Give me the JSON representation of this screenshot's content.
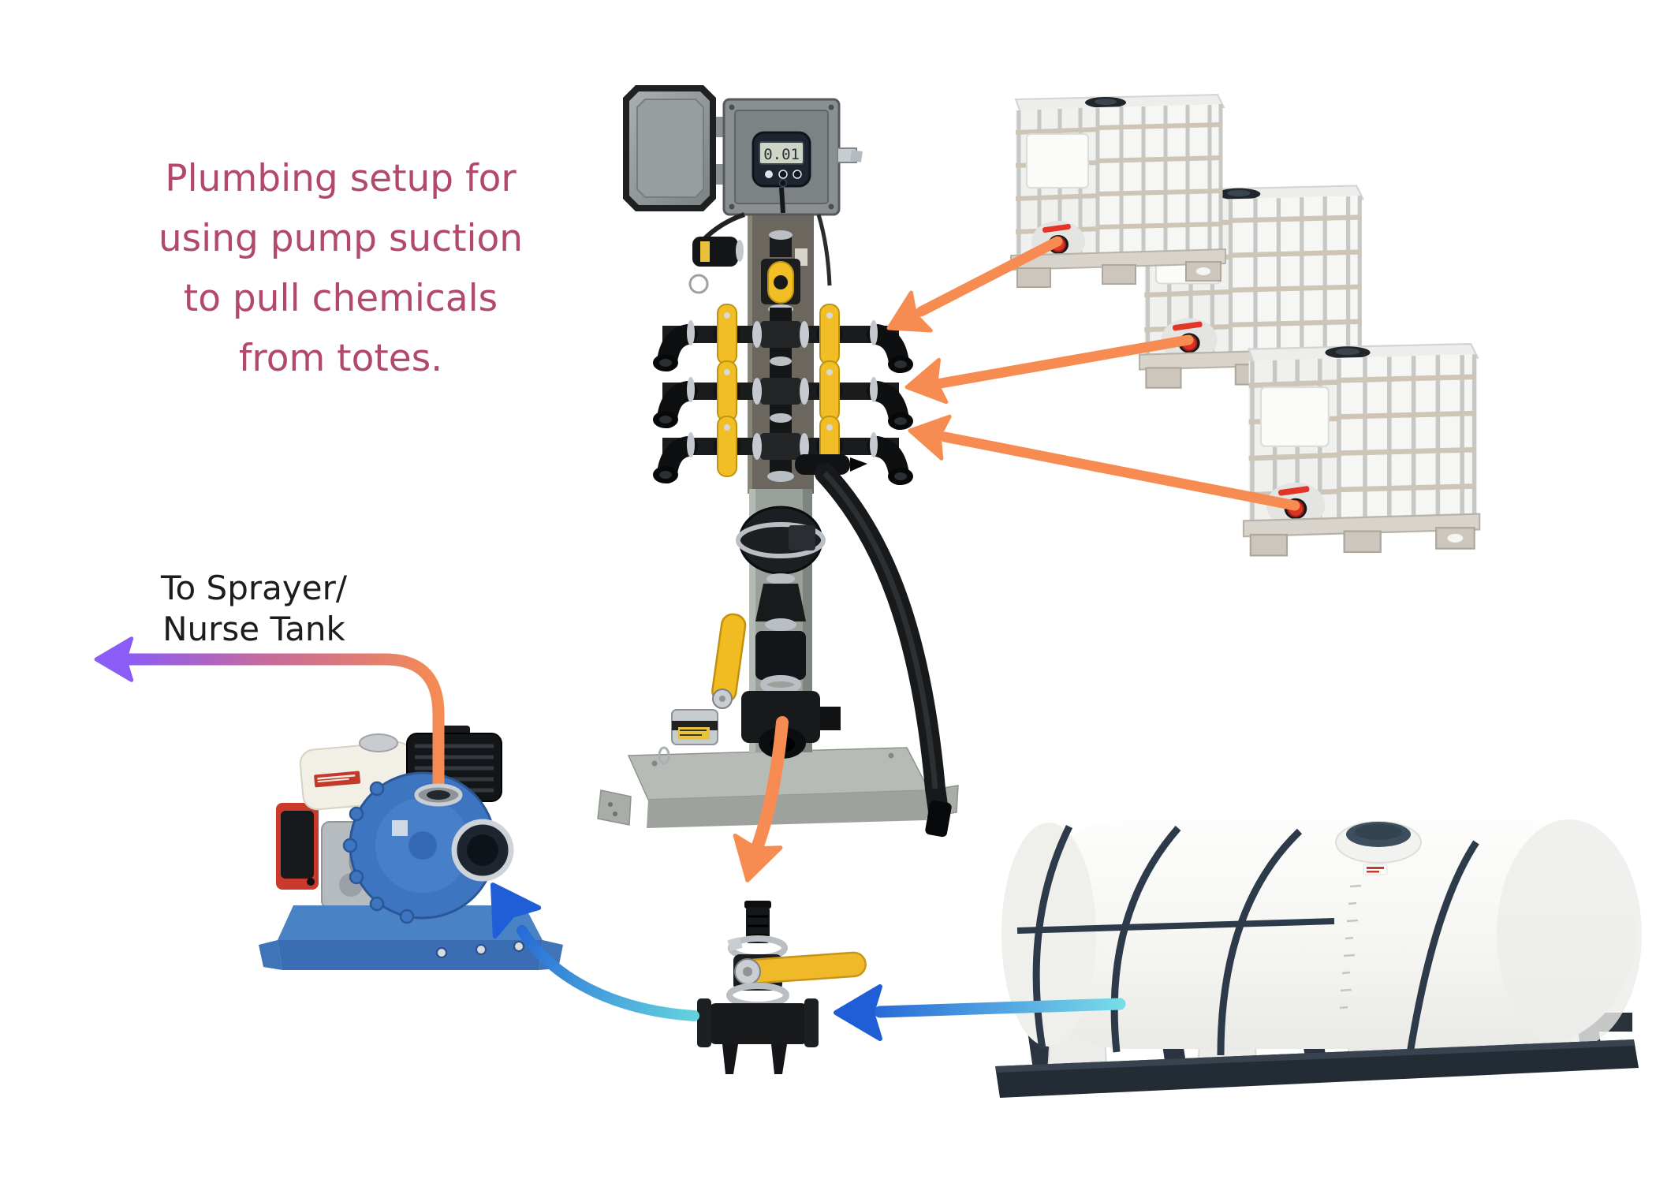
{
  "title": {
    "lines": [
      "Plumbing setup for",
      "using pump suction",
      "to pull chemicals",
      "from totes."
    ],
    "color": "#b3486f"
  },
  "labels": {
    "sprayer": {
      "lines": [
        "To Sprayer/",
        "Nurse Tank"
      ],
      "color": "#1c1c1c"
    }
  },
  "meter": {
    "display_value": "0.01"
  },
  "colors": {
    "orange": "#f68c51",
    "purple": "#8b5cf6",
    "blue": "#1f5ed6",
    "cyan": "#7adee8",
    "rose": "#b3486f",
    "ink": "#1c1c1c",
    "background": "#ffffff"
  },
  "diagram": {
    "components": [
      "chemical-injection-stand",
      "control-enclosure",
      "flow-meter-display",
      "valve-manifold",
      "ibc-tote-1",
      "ibc-tote-2",
      "ibc-tote-3",
      "transfer-pump",
      "suction-valve",
      "nurse-tank"
    ],
    "flows": [
      {
        "from": "ibc-tote-1",
        "to": "valve-manifold",
        "style": "orange-arrow"
      },
      {
        "from": "ibc-tote-2",
        "to": "valve-manifold",
        "style": "orange-arrow"
      },
      {
        "from": "ibc-tote-3",
        "to": "valve-manifold",
        "style": "orange-arrow"
      },
      {
        "from": "valve-manifold",
        "to": "suction-valve",
        "style": "orange-arrow"
      },
      {
        "from": "nurse-tank",
        "to": "suction-valve",
        "style": "blue-arrow"
      },
      {
        "from": "suction-valve",
        "to": "transfer-pump",
        "style": "blue-arrow"
      },
      {
        "from": "transfer-pump",
        "to": "sprayer-nurse-tank",
        "style": "orange-to-purple-arrow"
      }
    ]
  }
}
